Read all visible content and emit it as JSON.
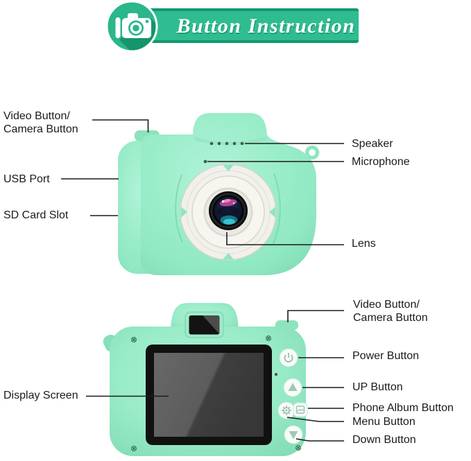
{
  "banner": {
    "title": "Button Instruction",
    "icon": "camera",
    "colors": {
      "bar": "#2fbc90",
      "bar_edge": "#13986e",
      "text": "#ffffff"
    }
  },
  "front_view": {
    "name": "camera front view",
    "labels": {
      "video_button_line1": "Video Button/",
      "video_button_line2": "Camera Button",
      "usb_port": "USB Port",
      "sd_card_slot": "SD Card Slot",
      "speaker": "Speaker",
      "microphone": "Microphone",
      "lens": "Lens"
    }
  },
  "back_view": {
    "name": "camera back view",
    "labels": {
      "video_button_line1": "Video Button/",
      "video_button_line2": "Camera Button",
      "power_button": "Power Button",
      "up_button": "UP Button",
      "phone_album_button": "Phone Album Button",
      "menu_button": "Menu Button",
      "down_button": "Down Button",
      "display_screen": "Display Screen"
    }
  },
  "colors": {
    "camera_body": "#97ecc9",
    "lens_ring": "#f1f0ea",
    "screen": "#4a4a4a",
    "label_text": "#1a1a1a",
    "line": "#1c1c1c",
    "background": "#ffffff"
  }
}
